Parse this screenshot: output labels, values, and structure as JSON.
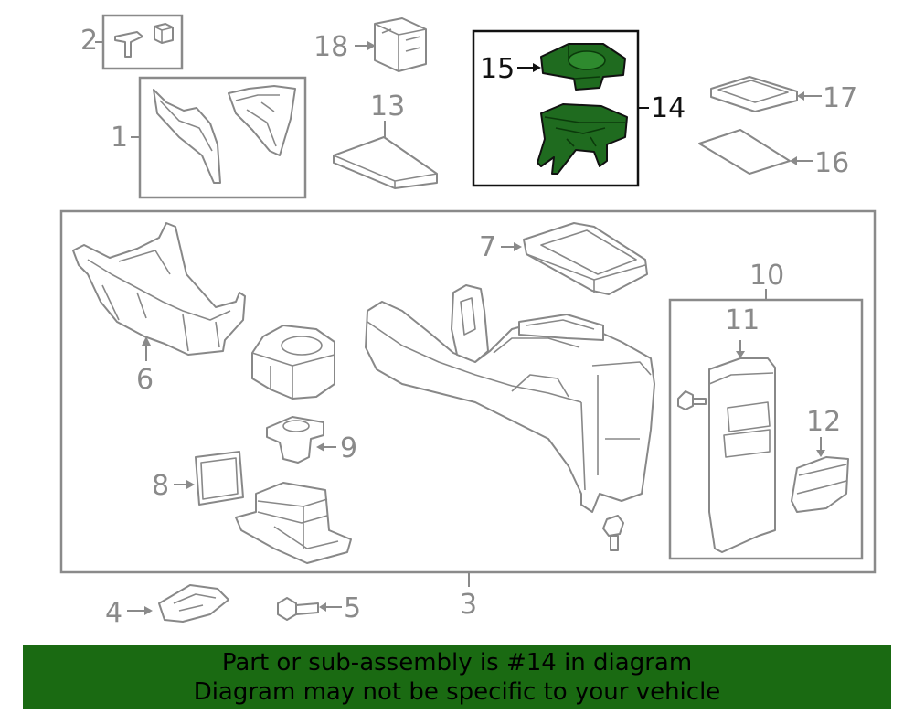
{
  "callouts": {
    "n1": "1",
    "n2": "2",
    "n3": "3",
    "n4": "4",
    "n5": "5",
    "n6": "6",
    "n7": "7",
    "n8": "8",
    "n9": "9",
    "n10": "10",
    "n11": "11",
    "n12": "12",
    "n13": "13",
    "n14": "14",
    "n15": "15",
    "n16": "16",
    "n17": "17",
    "n18": "18"
  },
  "highlight": {
    "part": "14",
    "color": "#1f6b1f"
  },
  "banner": {
    "line1": "Part or sub-assembly is #14 in diagram",
    "line2": "Diagram may not be specific to your vehicle",
    "background": "#1a6a12"
  }
}
